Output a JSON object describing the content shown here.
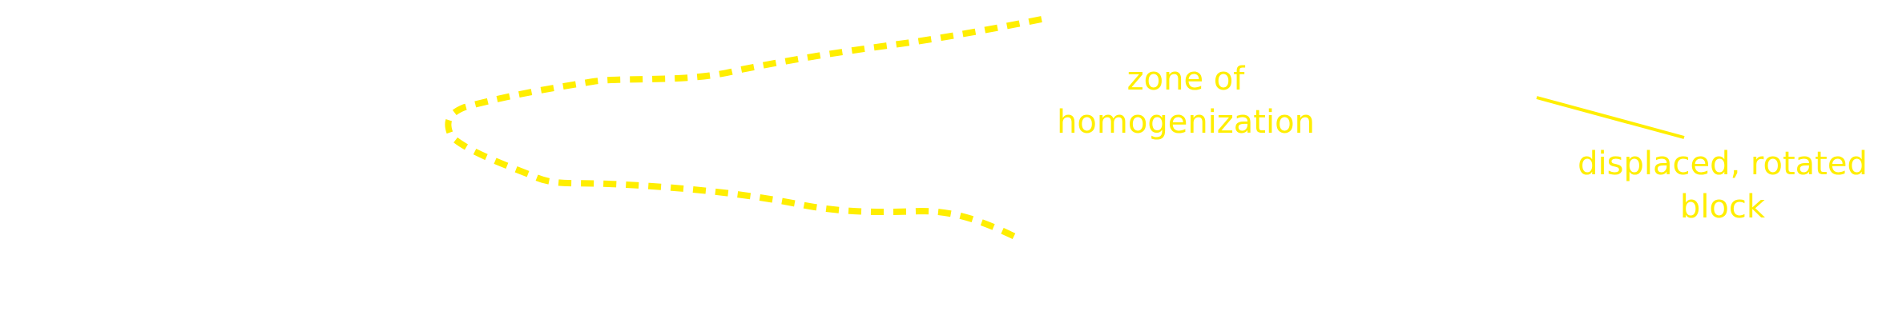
{
  "colors": {
    "annotation": "#FFEE00",
    "background": "transparent"
  },
  "labels": {
    "zone": {
      "line1": "zone of",
      "line2": "homogenization"
    },
    "block": {
      "line1": "displaced, rotated",
      "line2": "block"
    }
  }
}
